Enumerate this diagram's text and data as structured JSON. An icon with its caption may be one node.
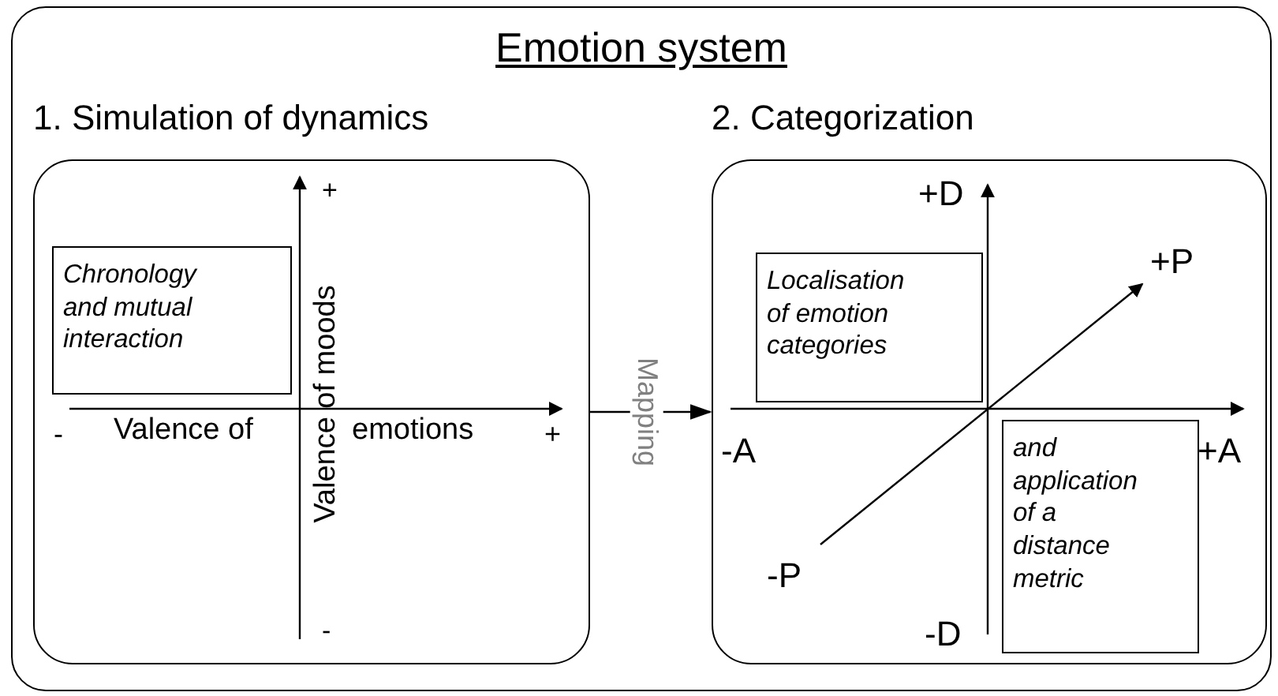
{
  "diagram": {
    "nodes": [
      {
        "text": [
          "Emotion system"
        ]
      },
      {
        "text": [
          "1. Simulation of dynamics"
        ],
        "in": 0
      },
      {
        "text": [
          "Chronology and mutual interaction"
        ],
        "in": 1
      },
      {
        "text": [
          "2. Categorization"
        ],
        "in": 0
      },
      {
        "text": [
          "Localisation of emotion categories"
        ],
        "in": 3
      },
      {
        "text": [
          "and application of a distance metric"
        ],
        "in": 3
      }
    ],
    "edges": [
      {
        "from": 1,
        "to": 3,
        "arrow": "to",
        "label": "Mapping"
      }
    ],
    "labels": [
      "+",
      "-",
      "Valence of",
      "emotions",
      "+",
      "Valence of moods",
      "-",
      "+D",
      "+P",
      "-A",
      "+A",
      "-P",
      "-D"
    ]
  }
}
